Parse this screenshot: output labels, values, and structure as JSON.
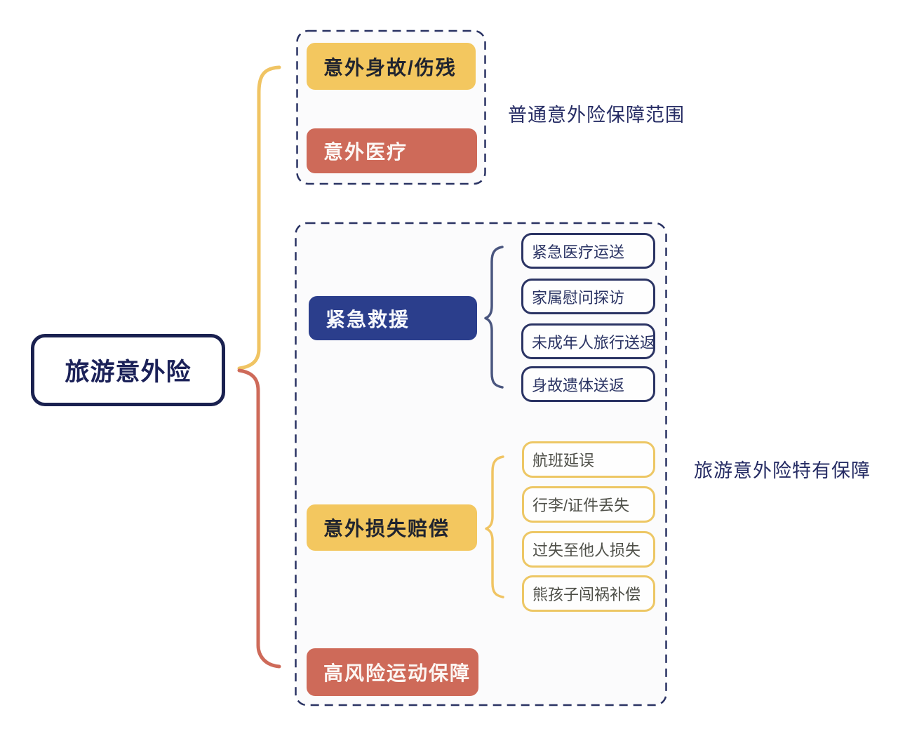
{
  "root": {
    "label": "旅游意外险"
  },
  "groups": {
    "general": {
      "caption": "普通意外险保障范围",
      "items": [
        {
          "label": "意外身故/伤残",
          "color": "#F3C75F"
        },
        {
          "label": "意外医疗",
          "color": "#CE6A59"
        }
      ]
    },
    "travel": {
      "caption": "旅游意外险特有保障",
      "branches": [
        {
          "label": "紧急救援",
          "color": "#2B3E8C",
          "children": [
            "紧急医疗运送",
            "家属慰问探访",
            "未成年人旅行送返",
            "身故遗体送返"
          ]
        },
        {
          "label": "意外损失赔偿",
          "color": "#F3C75F",
          "children": [
            "航班延误",
            "行李/证件丢失",
            "过失至他人损失",
            "熊孩子闯祸补偿"
          ]
        },
        {
          "label": "高风险运动保障",
          "color": "#CE6A59",
          "children": []
        }
      ]
    }
  },
  "colors": {
    "yellow_fill": "#F3C75F",
    "yellow_line": "#F0C463",
    "red_fill": "#CE6A59",
    "red_line": "#CE6A59",
    "navy_fill": "#2B3E8C",
    "navy_border": "#2B3464",
    "navy_brace": "#4A567F",
    "dash_border": "#2A3363",
    "root_border": "#1A2150",
    "group_bg": "#FBFBFC"
  }
}
